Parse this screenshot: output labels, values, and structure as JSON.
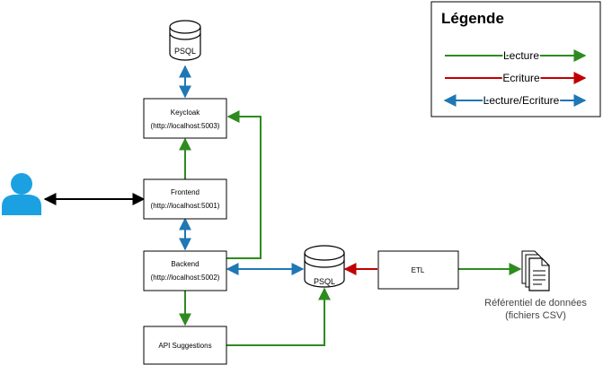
{
  "colors": {
    "read": "#2e8b1f",
    "write": "#c00000",
    "read_write": "#1f77b4",
    "user": "#1ba1e2",
    "black": "#000000"
  },
  "legend": {
    "title": "Légende",
    "read": "Lecture",
    "write": "Ecriture",
    "read_write": "Lecture/Ecriture"
  },
  "nodes": {
    "psql_top": "PSQL",
    "keycloak": {
      "name": "Keycloak",
      "url": "(http://localhost:5003)"
    },
    "frontend": {
      "name": "Frontend",
      "url": "(http://localhost:5001)"
    },
    "backend": {
      "name": "Backend",
      "url": "(http://localhost:5002)"
    },
    "api_suggestions": "API Suggestions",
    "psql_main": "PSQL",
    "etl": "ETL",
    "referentiel_line1": "Référentiel de données",
    "referentiel_line2": "(fichiers CSV)"
  },
  "icons": {
    "user": "user-icon",
    "database": "database-icon",
    "documents": "documents-icon"
  }
}
